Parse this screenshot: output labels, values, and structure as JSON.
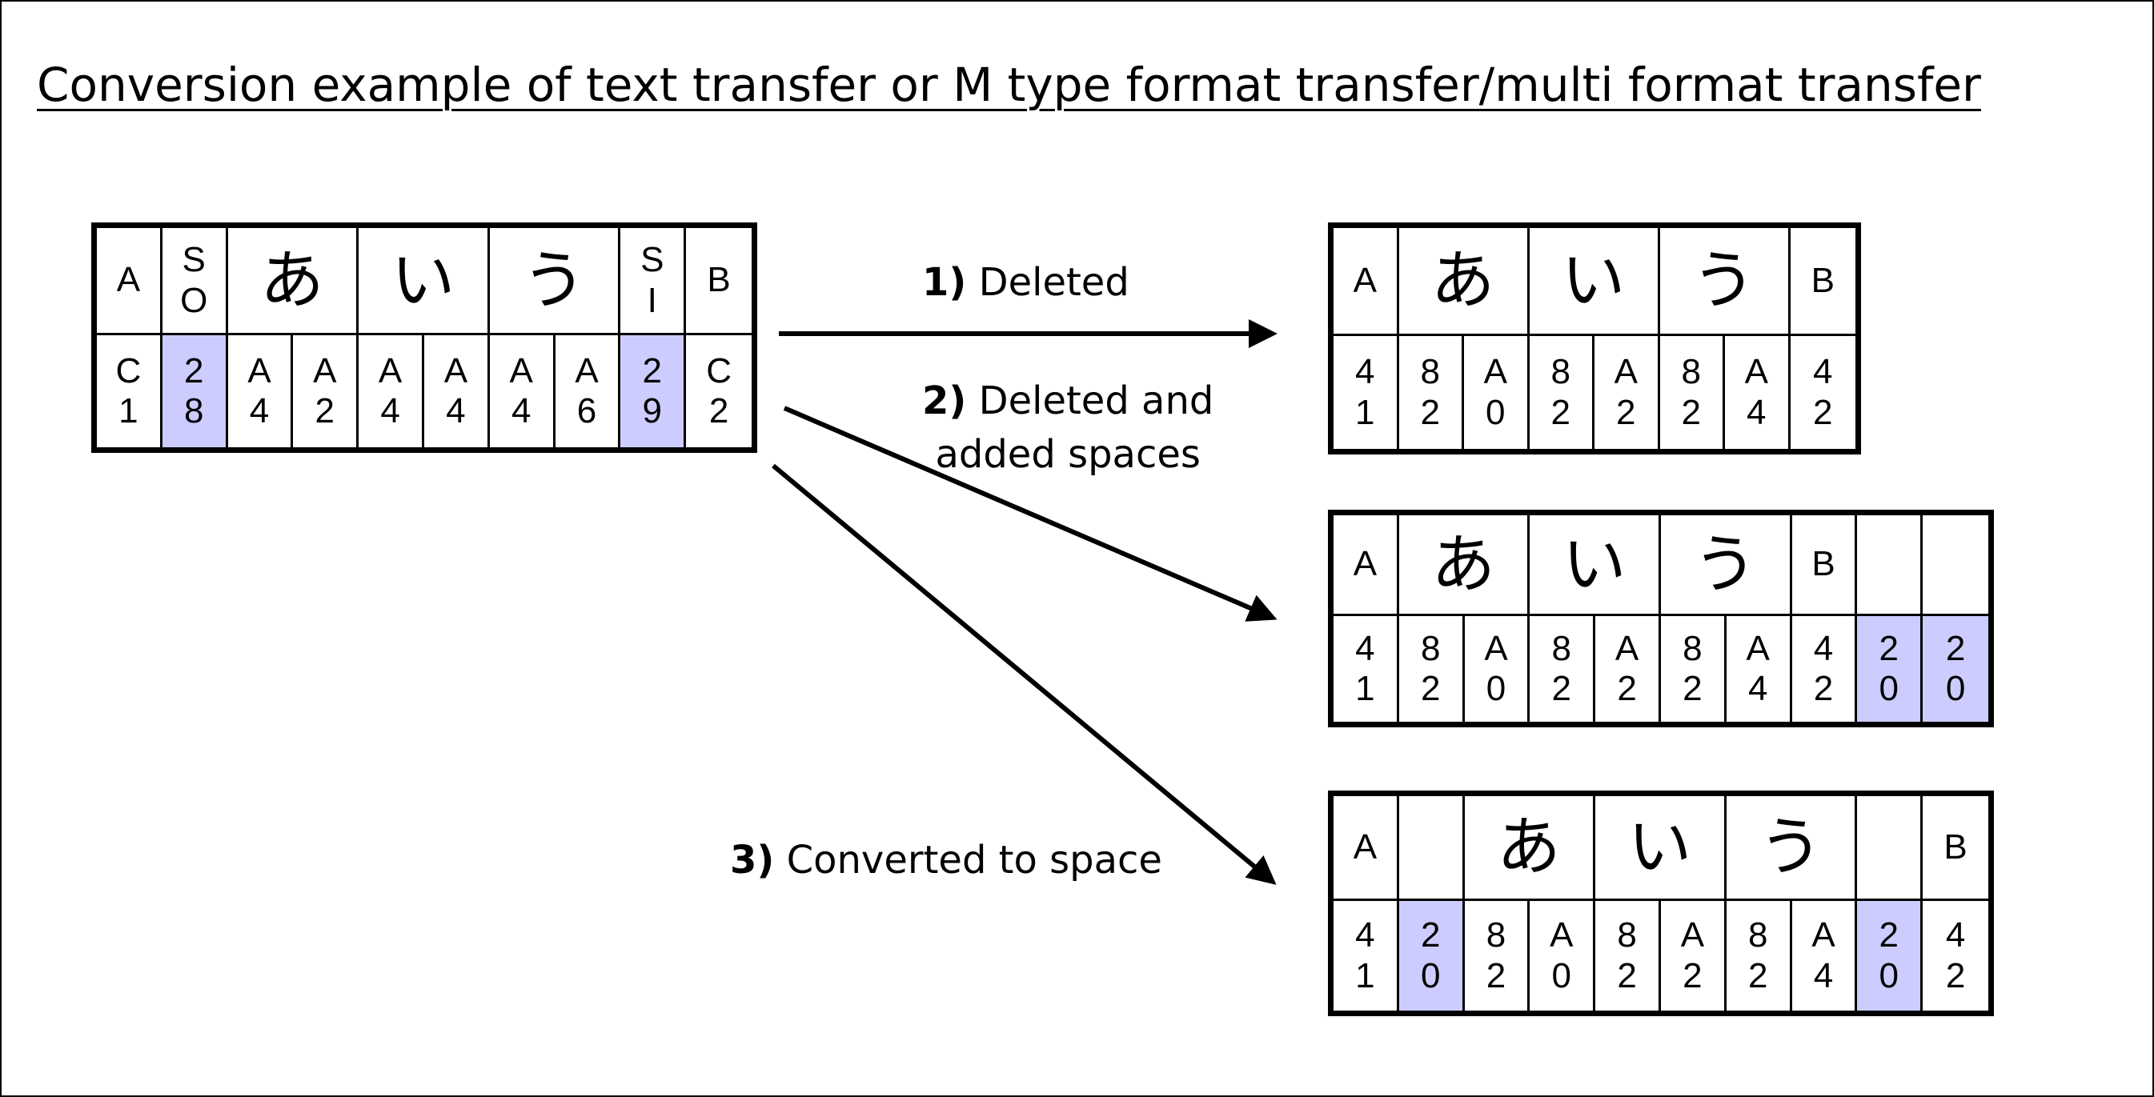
{
  "title": "Conversion example of text transfer or M type format transfer/multi format transfer",
  "highlight_color": "#ccccff",
  "source_table": {
    "top": [
      {
        "text": "A",
        "span": 1
      },
      {
        "text": "SO",
        "span": 1
      },
      {
        "text": "あ",
        "span": 2
      },
      {
        "text": "い",
        "span": 2
      },
      {
        "text": "う",
        "span": 2
      },
      {
        "text": "SI",
        "span": 1
      },
      {
        "text": "B",
        "span": 1
      }
    ],
    "bottom": [
      {
        "text": "C1"
      },
      {
        "text": "28",
        "hl": true
      },
      {
        "text": "A4"
      },
      {
        "text": "A2"
      },
      {
        "text": "A4"
      },
      {
        "text": "A4"
      },
      {
        "text": "A4"
      },
      {
        "text": "A6"
      },
      {
        "text": "29",
        "hl": true
      },
      {
        "text": "C2"
      }
    ]
  },
  "conversions": [
    {
      "number": "1)",
      "label_lines": [
        "Deleted"
      ],
      "table": {
        "top": [
          {
            "text": "A",
            "span": 1
          },
          {
            "text": "あ",
            "span": 2
          },
          {
            "text": "い",
            "span": 2
          },
          {
            "text": "う",
            "span": 2
          },
          {
            "text": "B",
            "span": 1
          }
        ],
        "bottom": [
          {
            "text": "41"
          },
          {
            "text": "82"
          },
          {
            "text": "A0"
          },
          {
            "text": "82"
          },
          {
            "text": "A2"
          },
          {
            "text": "82"
          },
          {
            "text": "A4"
          },
          {
            "text": "42"
          }
        ]
      }
    },
    {
      "number": "2)",
      "label_lines": [
        "Deleted and",
        "added spaces"
      ],
      "table": {
        "top": [
          {
            "text": "A",
            "span": 1
          },
          {
            "text": "あ",
            "span": 2
          },
          {
            "text": "い",
            "span": 2
          },
          {
            "text": "う",
            "span": 2
          },
          {
            "text": "B",
            "span": 1
          },
          {
            "text": "",
            "span": 1
          },
          {
            "text": "",
            "span": 1
          }
        ],
        "bottom": [
          {
            "text": "41"
          },
          {
            "text": "82"
          },
          {
            "text": "A0"
          },
          {
            "text": "82"
          },
          {
            "text": "A2"
          },
          {
            "text": "82"
          },
          {
            "text": "A4"
          },
          {
            "text": "42"
          },
          {
            "text": "20",
            "hl": true
          },
          {
            "text": "20",
            "hl": true
          }
        ]
      }
    },
    {
      "number": "3)",
      "label_lines": [
        "Converted to space"
      ],
      "table": {
        "top": [
          {
            "text": "A",
            "span": 1
          },
          {
            "text": "",
            "span": 1
          },
          {
            "text": "あ",
            "span": 2
          },
          {
            "text": "い",
            "span": 2
          },
          {
            "text": "う",
            "span": 2
          },
          {
            "text": "",
            "span": 1
          },
          {
            "text": "B",
            "span": 1
          }
        ],
        "bottom": [
          {
            "text": "41"
          },
          {
            "text": "20",
            "hl": true
          },
          {
            "text": "82"
          },
          {
            "text": "A0"
          },
          {
            "text": "82"
          },
          {
            "text": "A2"
          },
          {
            "text": "82"
          },
          {
            "text": "A4"
          },
          {
            "text": "20",
            "hl": true
          },
          {
            "text": "42"
          }
        ]
      }
    }
  ]
}
